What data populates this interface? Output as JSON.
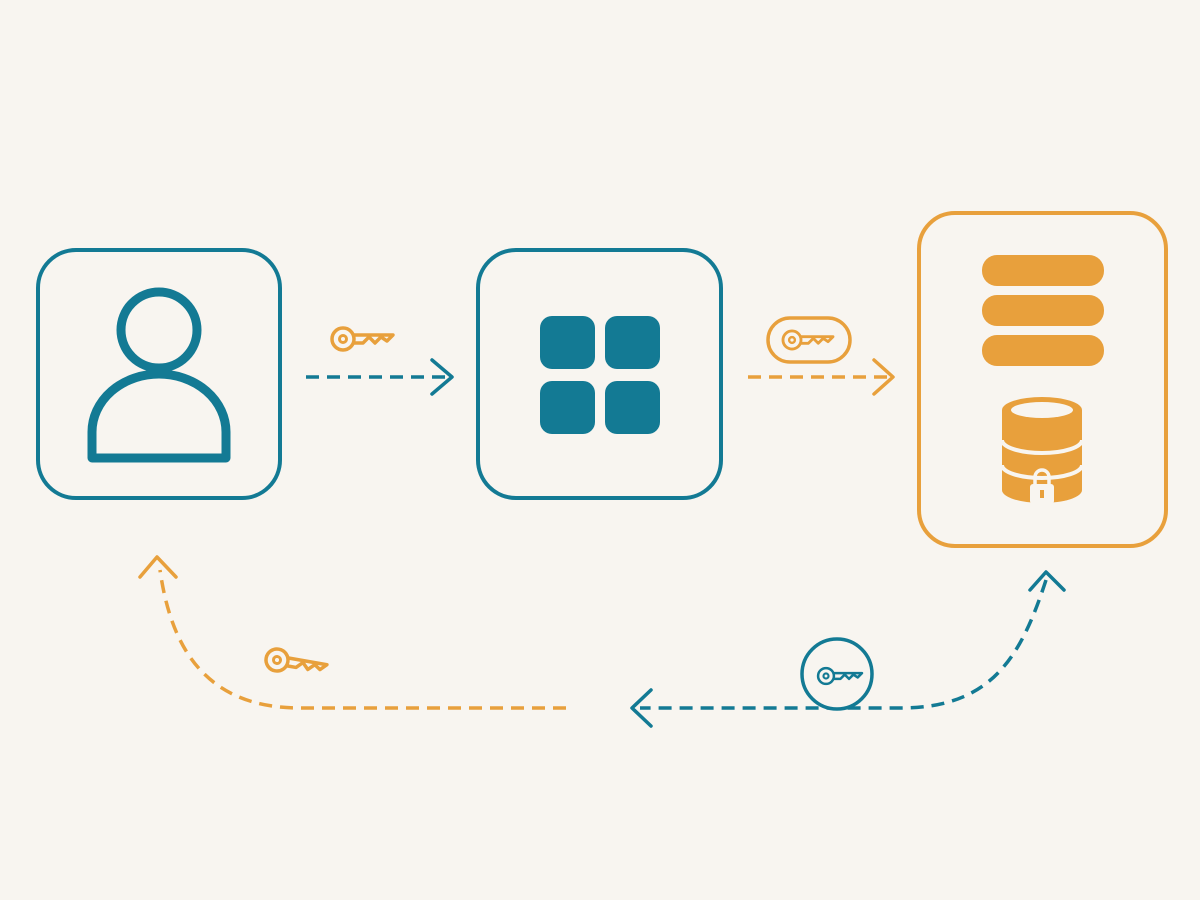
{
  "colors": {
    "background": "#f8f5f0",
    "teal": "#137a94",
    "orange": "#e8a03c"
  },
  "nodes": [
    {
      "id": "user",
      "icon": "user-icon",
      "color": "teal"
    },
    {
      "id": "app",
      "icon": "app-grid-icon",
      "color": "teal"
    },
    {
      "id": "storage",
      "icon": "database-lock-icon",
      "color": "orange"
    }
  ],
  "flows": [
    {
      "from": "user",
      "to": "app",
      "token": "key-icon",
      "color": "teal",
      "token_color": "orange"
    },
    {
      "from": "app",
      "to": "storage",
      "token": "key-badge-icon",
      "color": "orange",
      "token_color": "orange"
    },
    {
      "from": "storage",
      "to": "user",
      "token": "key-icon",
      "color": "teal",
      "return_color": "orange",
      "token_color": "orange"
    },
    {
      "from": "storage",
      "to": "user",
      "token": "key-badge-icon",
      "color": "teal",
      "token_color": "teal"
    }
  ]
}
